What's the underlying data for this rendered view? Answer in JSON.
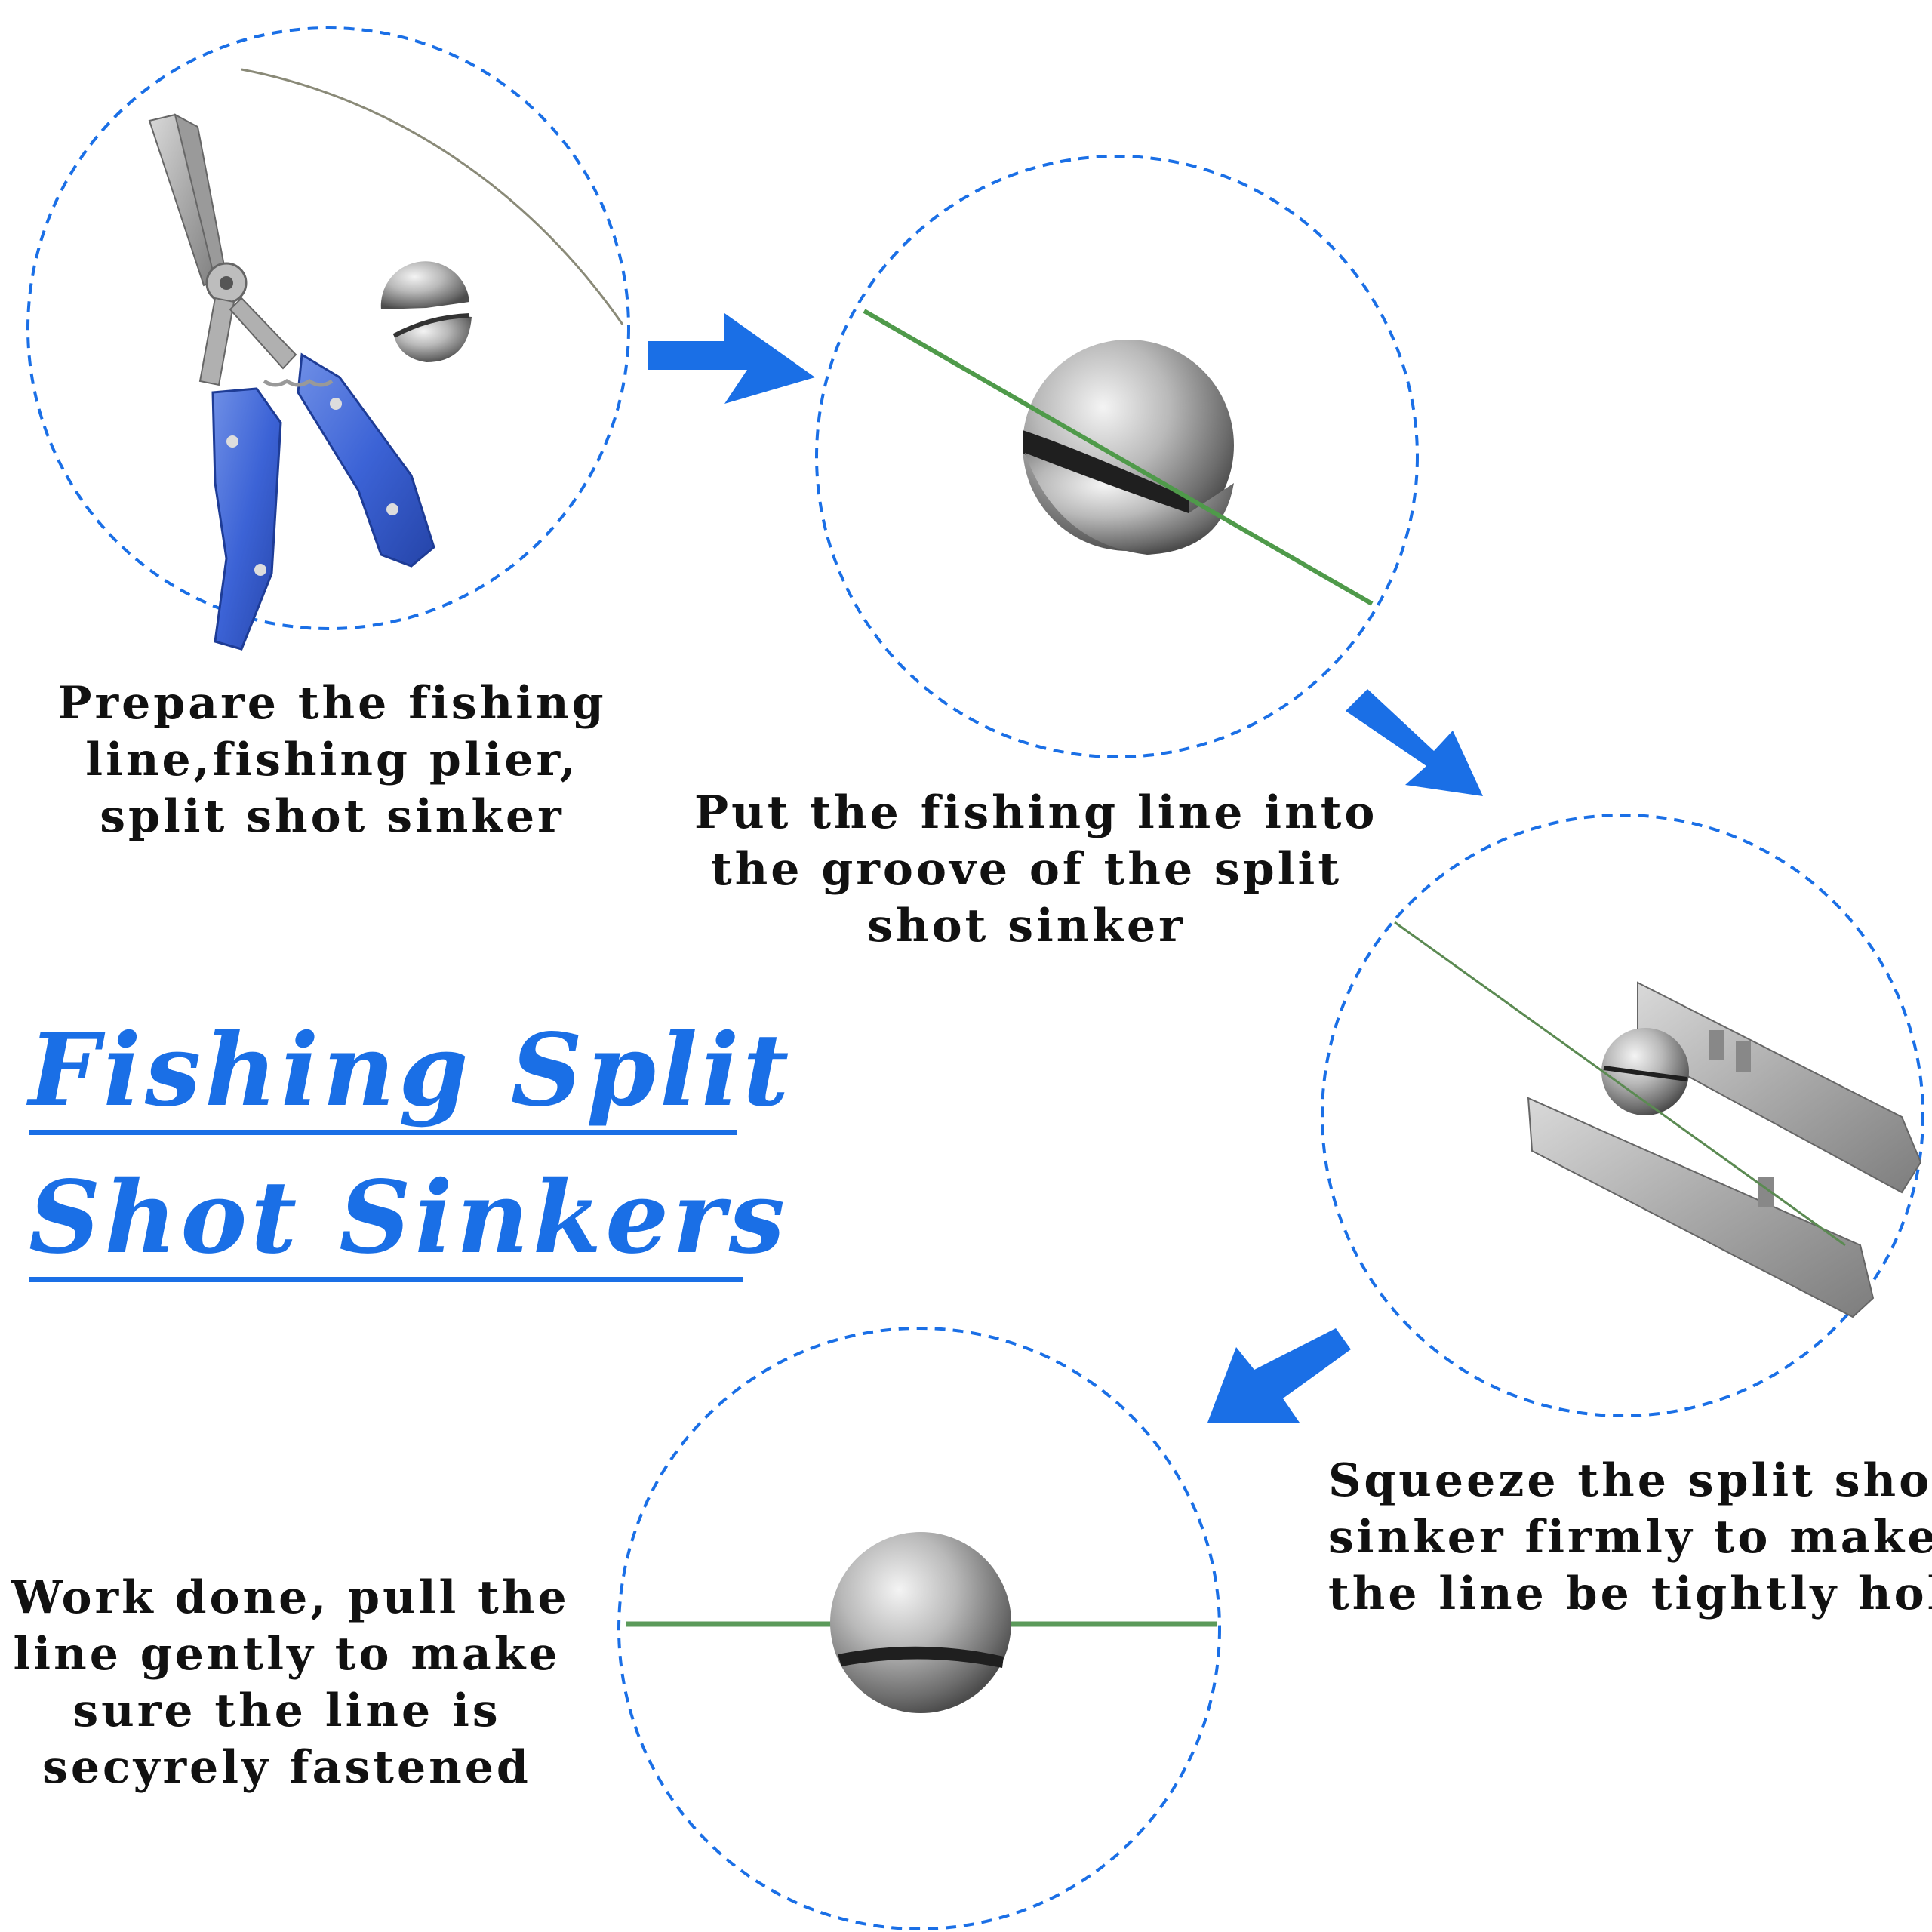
{
  "title": {
    "line1": "Fishing Split",
    "line2": "Shot Sinkers",
    "color": "#1a6fe6"
  },
  "accent_color": "#1a6fe6",
  "steps": [
    {
      "lines": [
        "Prepare the fishing",
        "line,fishing plier,",
        "split shot sinker"
      ]
    },
    {
      "lines": [
        "Put the fishing line into",
        "the groove of the split",
        "shot sinker"
      ]
    },
    {
      "lines": [
        "Squeeze the split shot",
        "sinker firmly to make",
        "the line be tightly hold"
      ]
    },
    {
      "lines": [
        "Work done, pull the",
        "line  gently to make",
        "sure the line is",
        "secyrely fastened"
      ]
    }
  ]
}
